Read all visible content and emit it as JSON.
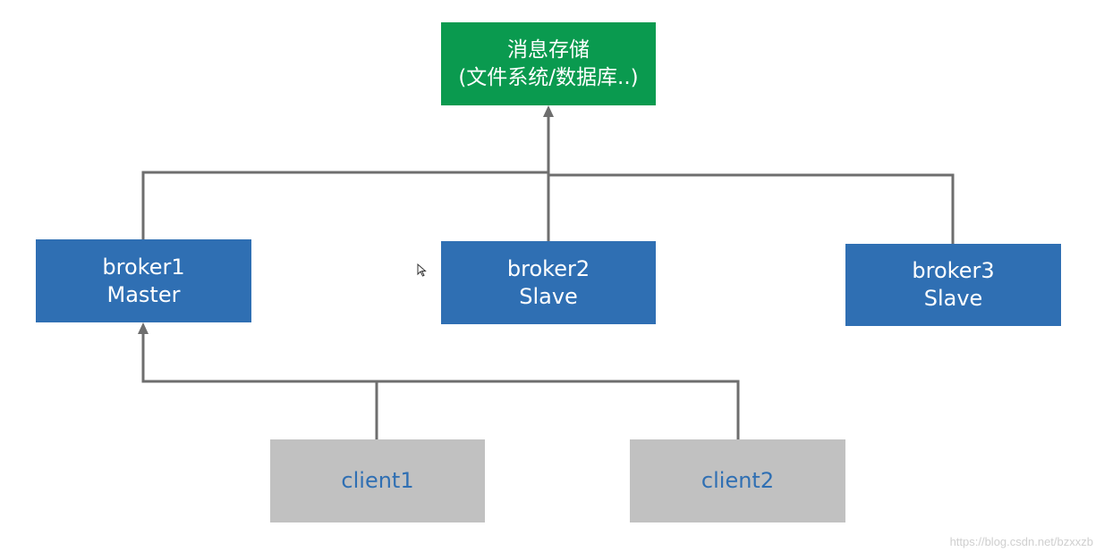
{
  "diagram": {
    "storage": {
      "line1": "消息存储",
      "line2": "(文件系统/数据库..)"
    },
    "brokers": [
      {
        "name": "broker1",
        "role": "Master"
      },
      {
        "name": "broker2",
        "role": "Slave"
      },
      {
        "name": "broker3",
        "role": "Slave"
      }
    ],
    "clients": [
      {
        "name": "client1"
      },
      {
        "name": "client2"
      }
    ]
  },
  "colors": {
    "storage_bg": "#0a9a4f",
    "broker_bg": "#2f6fb3",
    "client_bg": "#c1c1c1",
    "client_text": "#2f6fb3",
    "connector": "#6e6e6e"
  },
  "watermark": "https://blog.csdn.net/bzxxzb"
}
